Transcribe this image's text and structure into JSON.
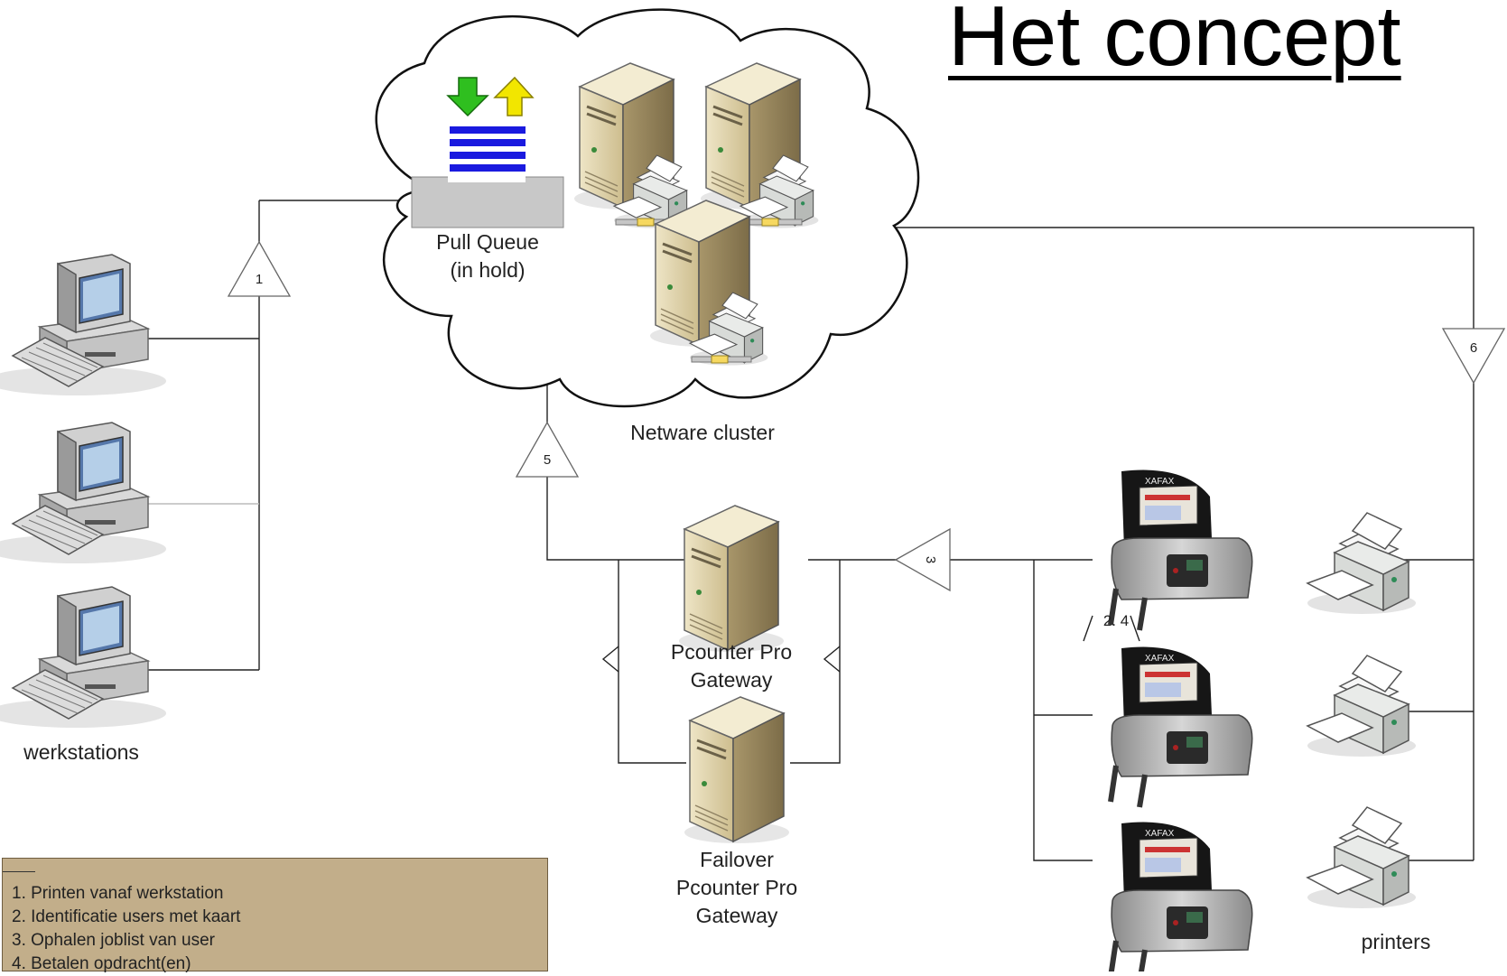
{
  "title": "Het concept",
  "labels": {
    "pull_queue": "Pull Queue",
    "pull_queue_sub": "(in hold)",
    "cluster": "Netware cluster",
    "workstations": "werkstations",
    "gateway_l1": "Pcounter Pro",
    "gateway_l2": "Gateway",
    "failover_l1": "Failover",
    "failover_l2": "Pcounter Pro",
    "failover_l3": "Gateway",
    "printers": "printers",
    "terminal_steps": "2. 4"
  },
  "step_markers": [
    "1",
    "3",
    "5",
    "6"
  ],
  "legend": [
    "1. Printen vanaf werkstation",
    "2. Identificatie users met kaart",
    "3. Ophalen joblist van user",
    "4. Betalen opdracht(en)"
  ],
  "colors": {
    "arrow_down": "#2fbf1f",
    "arrow_up": "#f2e600",
    "queue_lines": "#1a1adf",
    "server": "#ddd0a6",
    "legend_bg": "#c2ae8a"
  },
  "icons": [
    "workstation-icon",
    "server-icon",
    "printer-icon",
    "card-terminal-icon",
    "cloud-icon"
  ]
}
